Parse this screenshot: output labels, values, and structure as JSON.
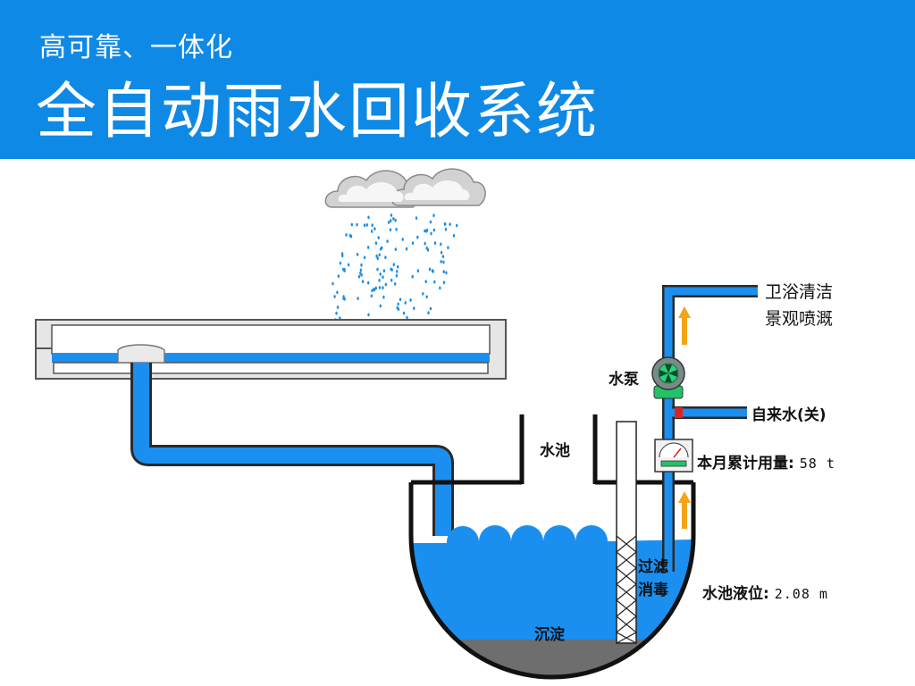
{
  "header": {
    "subtitle": "高可靠、一体化",
    "title": "全自动雨水回收系统"
  },
  "labels": {
    "outlet_line1": "卫浴清洁",
    "outlet_line2": "景观喷溉",
    "pump": "水泵",
    "tap_water": "自来水(关)",
    "tank": "水池",
    "monthly_usage_label": "本月累计用量:",
    "monthly_usage_value": "58 t",
    "filter_line1": "过滤",
    "filter_line2": "消毒",
    "water_level_label": "水池液位:",
    "water_level_value": "2.08 m",
    "sediment": "沉淀"
  },
  "colors": {
    "header_bg": "#0f89e6",
    "water": "#1a8ff0",
    "pipe_outline": "#2a2a2a",
    "arrow": "#f5a319",
    "valve": "#e02020",
    "pump_body": "#7a8a8a",
    "pump_fan": "#23c266",
    "sediment": "#6e6e6e",
    "raindrop": "#1c8fe8",
    "roof": "#e6e6e6"
  },
  "icons": [
    "cloud-icon",
    "pump-icon",
    "flow-meter-icon",
    "up-arrow-icon"
  ]
}
